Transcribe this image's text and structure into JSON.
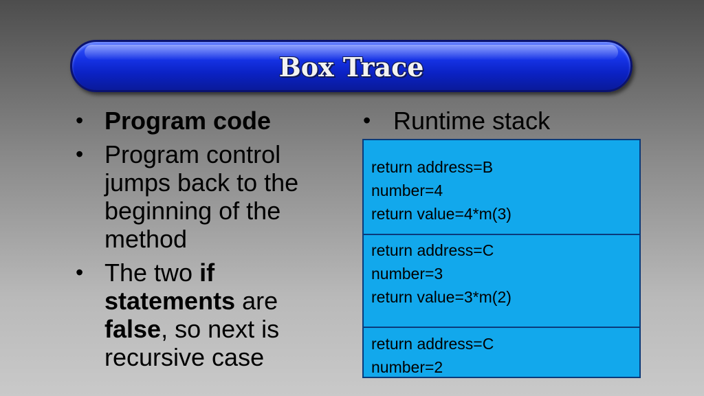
{
  "title": "Box Trace",
  "left_bullets": [
    {
      "segments": [
        {
          "text": "Program code",
          "bold": true
        }
      ]
    },
    {
      "segments": [
        {
          "text": "Program control jumps back to the beginning of the method",
          "bold": false
        }
      ]
    },
    {
      "segments": [
        {
          "text": "The two ",
          "bold": false
        },
        {
          "text": "if statements",
          "bold": true
        },
        {
          "text": " are ",
          "bold": false
        },
        {
          "text": "false",
          "bold": true
        },
        {
          "text": ", so next is recursive case",
          "bold": false
        }
      ]
    }
  ],
  "right_bullet": "Runtime stack",
  "bullet_glyph": "•",
  "stack_frames": [
    {
      "lines": [
        "return address=B",
        "number=4",
        "return value=4*m(3)"
      ]
    },
    {
      "lines": [
        "return address=C",
        "number=3",
        "return value=3*m(2)"
      ]
    },
    {
      "lines": [
        "return address=C",
        "number=2"
      ]
    }
  ],
  "colors": {
    "title_bar": "#1633e6",
    "stack_frame": "#12a8ec"
  }
}
